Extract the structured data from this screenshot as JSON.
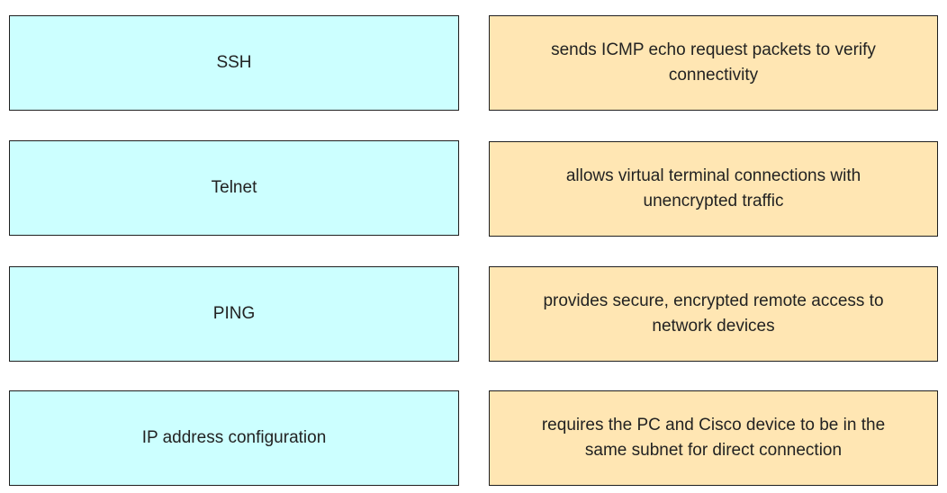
{
  "terms": [
    {
      "label": "SSH"
    },
    {
      "label": "Telnet"
    },
    {
      "label": "PING"
    },
    {
      "label": "IP address configuration"
    }
  ],
  "descriptions": [
    {
      "text": "sends ICMP echo request packets to verify connectivity"
    },
    {
      "text": "allows virtual terminal connections with unencrypted traffic"
    },
    {
      "text": "provides secure, encrypted remote access to network devices"
    },
    {
      "text": "requires the PC and Cisco device to be in the same subnet for direct connection"
    }
  ],
  "colors": {
    "term_fill": "#ccffff",
    "description_fill": "#ffe6b3",
    "border": "#1f1f1f",
    "text": "#222222"
  }
}
